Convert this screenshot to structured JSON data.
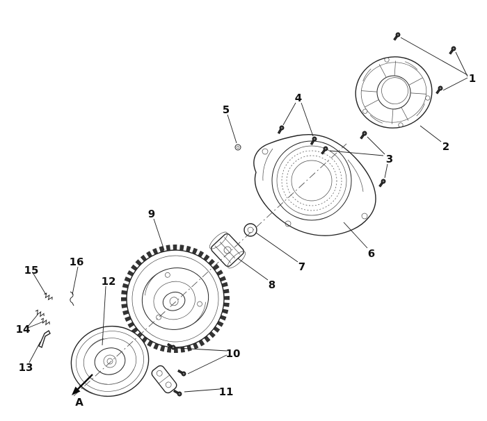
{
  "diagram": {
    "kind": "exploded-parts-diagram",
    "background_color": "#ffffff",
    "line_color": "#1f1f1f",
    "callouts": [
      {
        "label": "1"
      },
      {
        "label": "2"
      },
      {
        "label": "3"
      },
      {
        "label": "4"
      },
      {
        "label": "5"
      },
      {
        "label": "6"
      },
      {
        "label": "7"
      },
      {
        "label": "8"
      },
      {
        "label": "9"
      },
      {
        "label": "10"
      },
      {
        "label": "11"
      },
      {
        "label": "12"
      },
      {
        "label": "13"
      },
      {
        "label": "14"
      },
      {
        "label": "15"
      },
      {
        "label": "16"
      }
    ],
    "direction_label": "A"
  }
}
